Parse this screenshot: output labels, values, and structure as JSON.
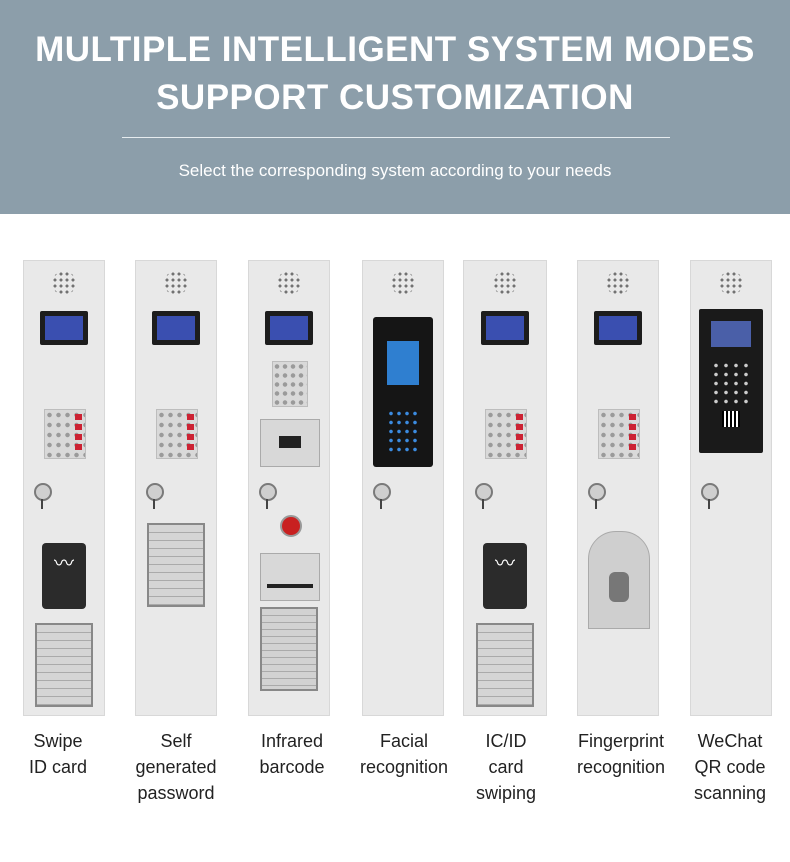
{
  "banner": {
    "title_line1": "MULTIPLE INTELLIGENT SYSTEM MODES",
    "title_line2": "SUPPORT CUSTOMIZATION",
    "subtitle": "Select the corresponding system according to your needs"
  },
  "colors": {
    "banner_bg": "#8c9eaa",
    "panel_bg": "#e9e9e9",
    "screen_blue": "#3a4fb0"
  },
  "modes": [
    {
      "label_lines": [
        "Swipe",
        "ID card"
      ]
    },
    {
      "label_lines": [
        "Self",
        "generated",
        "password"
      ]
    },
    {
      "label_lines": [
        "Infrared",
        "barcode"
      ]
    },
    {
      "label_lines": [
        "Facial",
        "recognition"
      ]
    },
    {
      "label_lines": [
        "IC/ID",
        "card",
        "swiping"
      ]
    },
    {
      "label_lines": [
        "Fingerprint",
        "recognition"
      ]
    },
    {
      "label_lines": [
        "WeChat",
        "QR code",
        "scanning"
      ]
    }
  ]
}
